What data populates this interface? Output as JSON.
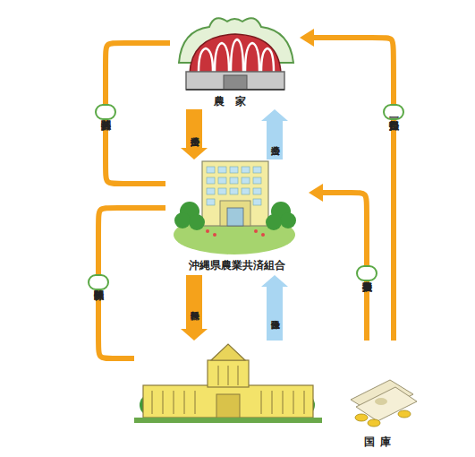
{
  "diagram": {
    "nodes": [
      {
        "text": [
          "農家"
        ]
      },
      {
        "text": [
          "沖縄県農業共済組合"
        ]
      },
      {
        "text": [
          "国庫"
        ]
      }
    ],
    "edges": [
      {
        "from": 0,
        "to": 1,
        "arrow": "to",
        "label": "共済掛金"
      },
      {
        "from": 1,
        "to": 0,
        "arrow": "to",
        "label": "共済金"
      },
      {
        "from": 1,
        "to": 2,
        "arrow": "to",
        "label": "保険料"
      },
      {
        "from": 2,
        "to": 1,
        "arrow": "to",
        "label": "保険金"
      },
      {
        "from": 2,
        "to": 1,
        "arrow": "to",
        "label": "事務費負担"
      },
      {
        "from": 2,
        "to": 0,
        "arrow": "to",
        "label": "掛金一部負担"
      },
      {
        "from": 0,
        "to": 1,
        "arrow": "none",
        "label": "共済関係"
      },
      {
        "from": 1,
        "to": 2,
        "arrow": "none",
        "label": "保険関係"
      }
    ]
  }
}
